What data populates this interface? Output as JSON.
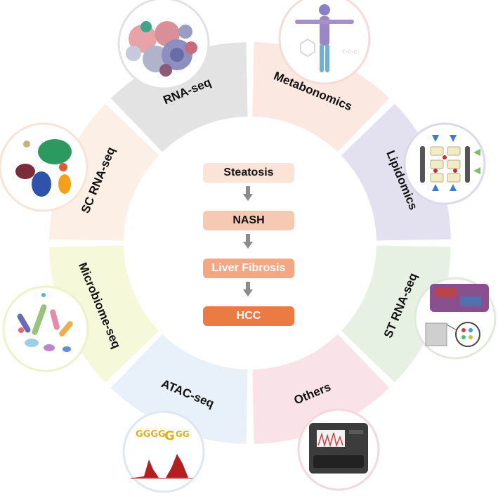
{
  "segments": [
    {
      "label": "RNA-seq",
      "color": "#e3e3e3",
      "icon": "immune-cells-icon"
    },
    {
      "label": "Metabonomics",
      "color": "#fbe8e0",
      "icon": "human-body-icon"
    },
    {
      "label": "Lipidomics",
      "color": "#e3e1f0",
      "icon": "membrane-transport-icon"
    },
    {
      "label": "ST RNA-seq",
      "color": "#e6f1e3",
      "icon": "spatial-transcriptomics-icon"
    },
    {
      "label": "Others",
      "color": "#fae3e8",
      "icon": "sequencer-machine-icon"
    },
    {
      "label": "ATAC-seq",
      "color": "#e8f1fa",
      "icon": "sequence-logo-icon"
    },
    {
      "label": "Microbiome-seq",
      "color": "#f6f8da",
      "icon": "microbes-icon"
    },
    {
      "label": "SC RNA-seq",
      "color": "#fcefe6",
      "icon": "cell-clusters-icon"
    }
  ],
  "progression": [
    {
      "label": "Steatosis",
      "bg": "#fbe3d8",
      "fg": "#111111"
    },
    {
      "label": "NASH",
      "bg": "#f6c9b2",
      "fg": "#111111"
    },
    {
      "label": "Liver Fibrosis",
      "bg": "#f3a783",
      "fg": "#ffffff"
    },
    {
      "label": "HCC",
      "bg": "#ec7a43",
      "fg": "#ffffff"
    }
  ],
  "arrow_color": "#8c8c8c"
}
